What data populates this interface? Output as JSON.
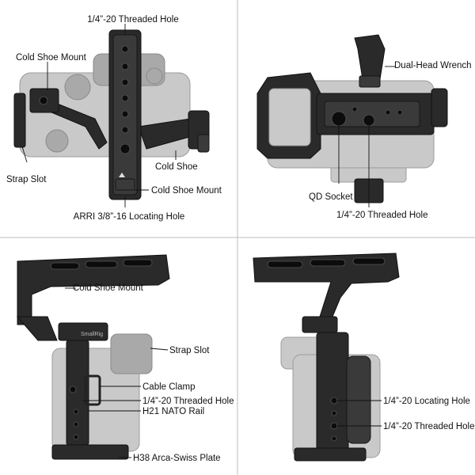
{
  "panels": {
    "top_left": {
      "labels": {
        "threaded_hole": "1/4”-20 Threaded Hole",
        "cold_shoe_mount_top": "Cold Shoe Mount",
        "strap_slot": "Strap Slot",
        "cold_shoe": "Cold Shoe",
        "cold_shoe_mount_bottom": "Cold Shoe Mount",
        "arri_hole": "ARRI 3/8”-16 Locating Hole"
      }
    },
    "top_right": {
      "labels": {
        "dual_head_wrench": "Dual-Head Wrench",
        "qd_socket": "QD Socket",
        "threaded_hole": "1/4”-20 Threaded Hole"
      }
    },
    "bottom_left": {
      "brand_mark": "SmallRig",
      "labels": {
        "cold_shoe_mount": "Cold Shoe Mount",
        "strap_slot": "Strap Slot",
        "cable_clamp": "Cable Clamp",
        "threaded_hole": "1/4”-20 Threaded Hole",
        "nato_rail": "H21 NATO Rail",
        "arca_plate": "H38 Arca-Swiss Plate"
      }
    },
    "bottom_right": {
      "labels": {
        "locating_hole": "1/4”-20 Locating Hole",
        "threaded_hole": "1/4”-20 Threaded Hole"
      }
    }
  }
}
